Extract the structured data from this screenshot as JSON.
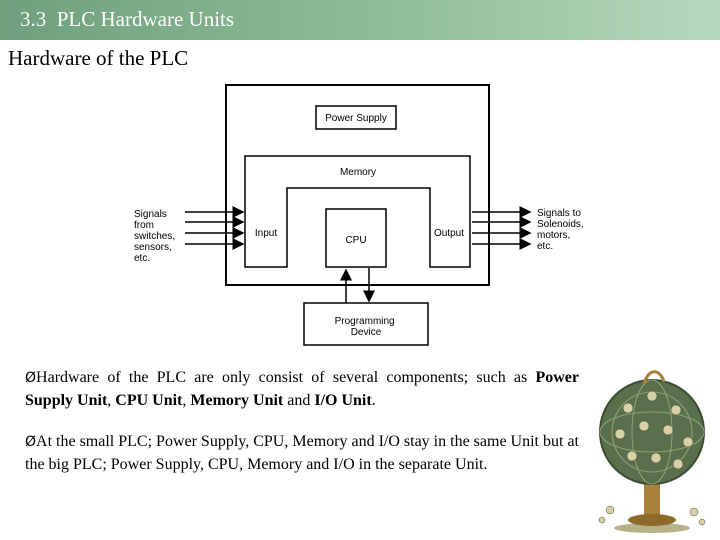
{
  "header": {
    "section_number": "3.3",
    "title": "PLC Hardware Units"
  },
  "subtitle": "Hardware of the PLC",
  "diagram": {
    "power_supply": "Power Supply",
    "memory": "Memory",
    "input": "Input",
    "cpu": "CPU",
    "output": "Output",
    "programming_device": [
      "Programming",
      "Device"
    ],
    "signals_in": [
      "Signals",
      "from",
      "switches,",
      "sensors,",
      "etc."
    ],
    "signals_out": [
      "Signals to",
      "Solenoids,",
      "motors,",
      "etc."
    ]
  },
  "bullets": [
    {
      "marker": "Ø",
      "text1": "Hardware of the PLC are only consist of several components; such as ",
      "b1": "Power Supply Unit",
      "sep1": ", ",
      "b2": "CPU Unit",
      "sep2": ", ",
      "b3": "Memory Unit",
      "sep3": " and ",
      "b4": "I/O Unit",
      "end": "."
    },
    {
      "marker": "Ø",
      "text": "At the small PLC; Power Supply, CPU, Memory and I/O stay in the same Unit but at the big PLC; Power Supply, CPU, Memory and I/O in the separate Unit."
    }
  ]
}
